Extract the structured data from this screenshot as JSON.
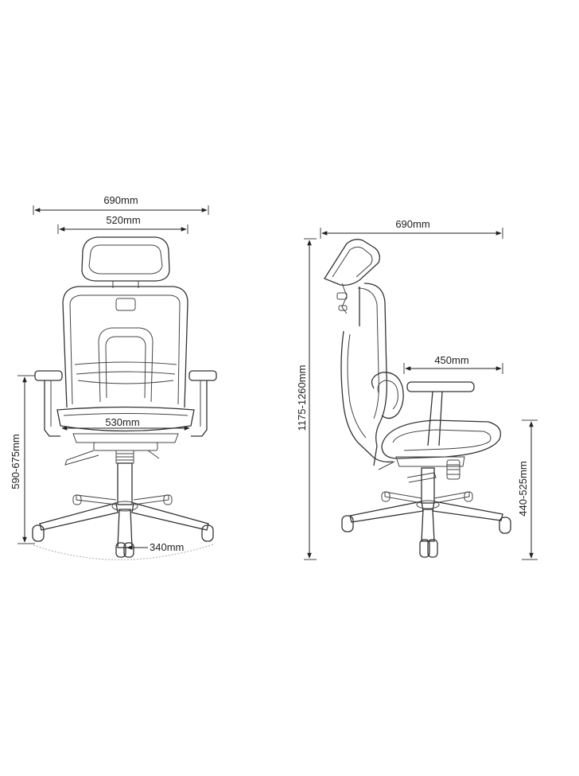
{
  "front_view": {
    "overall_width": "690mm",
    "backrest_width": "520mm",
    "seat_width": "530mm",
    "armrest_height": "590-675mm",
    "base_radius": "340mm"
  },
  "side_view": {
    "overall_depth": "690mm",
    "total_height": "1175-1260mm",
    "seat_depth": "450mm",
    "seat_height": "440-525mm"
  }
}
